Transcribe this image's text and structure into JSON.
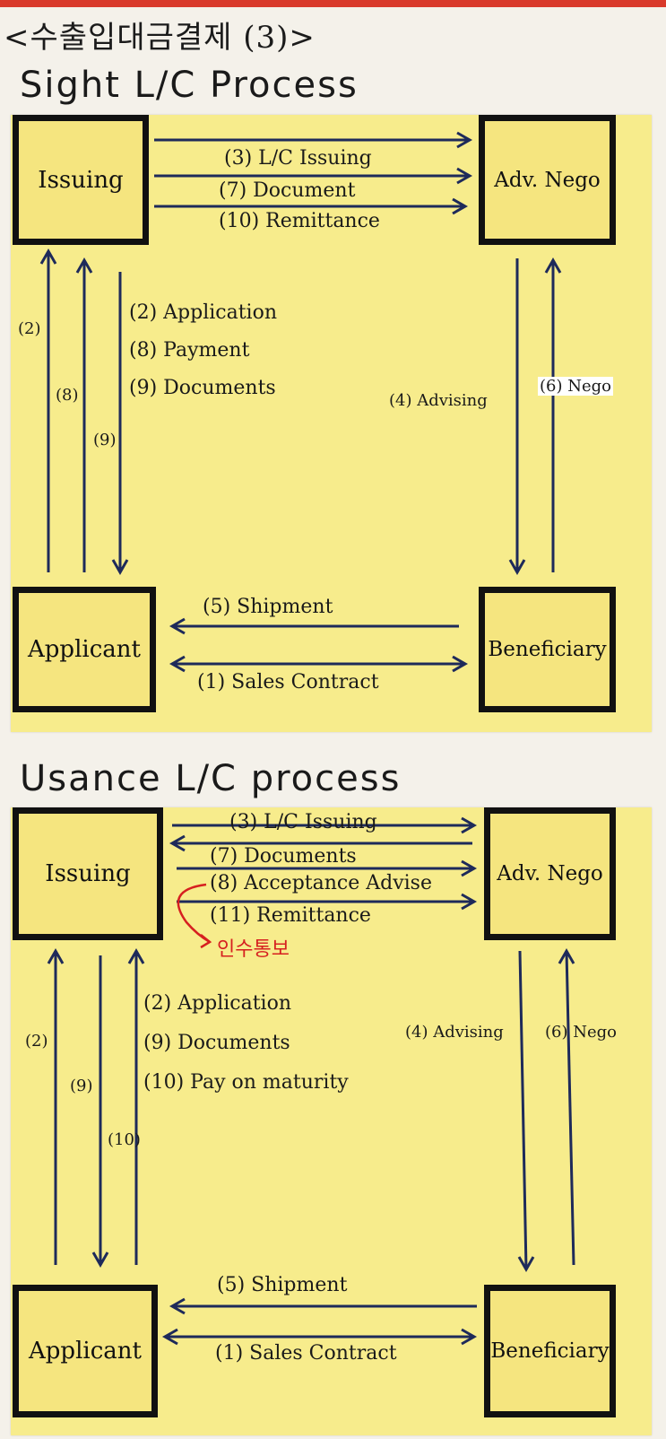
{
  "header": "<수출입대금결제 (3)>",
  "sight": {
    "title": "Sight L/C Process",
    "boxes": {
      "issuing": "Issuing",
      "adv": "Adv. Nego",
      "applicant": "Applicant",
      "beneficiary": "Beneficiary"
    },
    "top": [
      "(3) L/C Issuing",
      "(7) Document",
      "(10) Remittance"
    ],
    "left_labels": [
      "(2)",
      "(8)",
      "(9)"
    ],
    "left_text": [
      "(2) Application",
      "(8) Payment",
      "(9) Documents"
    ],
    "right": [
      "(4) Advising",
      "(6) Nego"
    ],
    "bottom": [
      "(5) Shipment",
      "(1) Sales Contract"
    ]
  },
  "usance": {
    "title": "Usance L/C process",
    "boxes": {
      "issuing": "Issuing",
      "adv": "Adv. Nego",
      "applicant": "Applicant",
      "beneficiary": "Beneficiary"
    },
    "top": [
      "(3) L/C Issuing",
      "(7) Documents",
      "(8) Acceptance Advise",
      "(11) Remittance"
    ],
    "note": "인수통보",
    "left_labels": [
      "(2)",
      "(9)",
      "(10)"
    ],
    "left_text": [
      "(2) Application",
      "(9) Documents",
      "(10) Pay on maturity"
    ],
    "right": [
      "(4) Advising",
      "(6) Nego"
    ],
    "bottom": [
      "(5) Shipment",
      "(1) Sales Contract"
    ]
  }
}
